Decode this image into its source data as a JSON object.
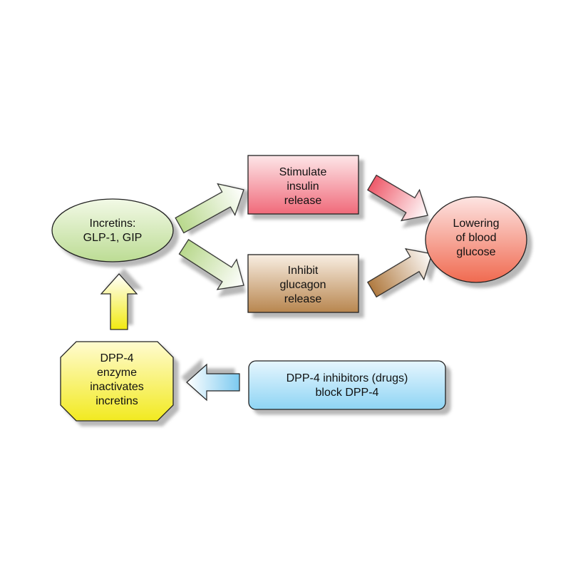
{
  "nodes": {
    "incretins": {
      "lines": [
        "Incretins:",
        "GLP-1, GIP"
      ],
      "color_top": "#f2f9e6",
      "color_bottom": "#bcdc94"
    },
    "stimulate": {
      "lines": [
        "Stimulate",
        "insulin",
        "release"
      ],
      "color_top": "#fde6e8",
      "color_bottom": "#f06a7a"
    },
    "inhibit": {
      "lines": [
        "Inhibit",
        "glucagon",
        "release"
      ],
      "color_top": "#f8eee2",
      "color_bottom": "#b8864f"
    },
    "lowering": {
      "lines": [
        "Lowering",
        "of blood",
        "glucose"
      ],
      "color_top": "#fde4e2",
      "color_bottom": "#f06a50"
    },
    "dpp4": {
      "lines": [
        "DPP-4",
        "enzyme",
        "inactivates",
        "incretins"
      ],
      "color_top": "#fffbd0",
      "color_bottom": "#f2ea20"
    },
    "inhibitors": {
      "lines": [
        "DPP-4 inhibitors (drugs)",
        "block DPP-4"
      ],
      "color_top": "#e6f6fe",
      "color_bottom": "#8ed4f4"
    }
  },
  "arrows": [
    {
      "from": "incretins",
      "to": "stimulate",
      "color": "#b8d88c"
    },
    {
      "from": "incretins",
      "to": "inhibit",
      "color": "#b8d88c"
    },
    {
      "from": "stimulate",
      "to": "lowering",
      "color": "#ee5a6a"
    },
    {
      "from": "inhibit",
      "to": "lowering",
      "color": "#b07a40"
    },
    {
      "from": "dpp4",
      "to": "incretins",
      "color": "#f2ea10"
    },
    {
      "from": "inhibitors",
      "to": "dpp4",
      "color": "#7ccaf0"
    }
  ]
}
